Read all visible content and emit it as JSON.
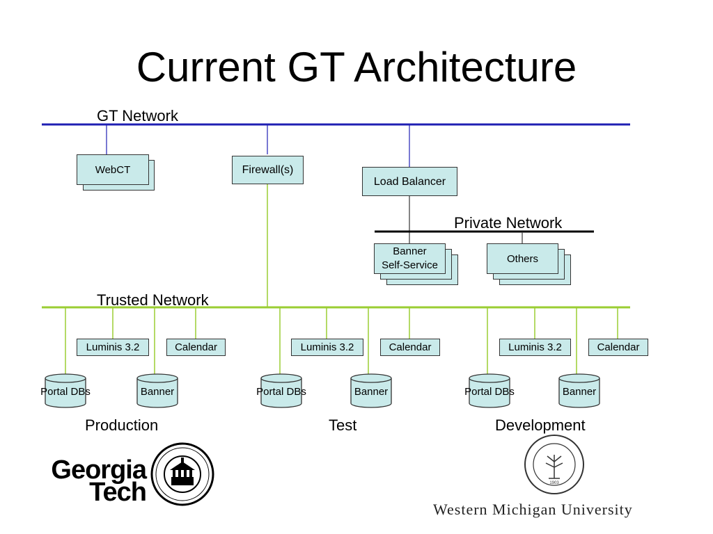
{
  "title": "Current GT Architecture",
  "networks": {
    "gt": "GT Network",
    "private": "Private Network",
    "trusted": "Trusted Network"
  },
  "nodes": {
    "webct": "WebCT",
    "firewall": "Firewall(s)",
    "load_balancer": "Load Balancer",
    "banner_ss": "Banner\nSelf-Service",
    "others": "Others"
  },
  "environments": [
    {
      "name": "Production",
      "luminis": "Luminis 3.2",
      "calendar": "Calendar",
      "portal_dbs": "Portal DBs",
      "banner": "Banner"
    },
    {
      "name": "Test",
      "luminis": "Luminis 3.2",
      "calendar": "Calendar",
      "portal_dbs": "Portal DBs",
      "banner": "Banner"
    },
    {
      "name": "Development",
      "luminis": "Luminis 3.2",
      "calendar": "Calendar",
      "portal_dbs": "Portal DBs",
      "banner": "Banner"
    }
  ],
  "logos": {
    "georgia_tech": "Georgia Tech",
    "wmu": "Western Michigan University"
  },
  "colors": {
    "gt_network": "#1f1fb3",
    "trusted_network": "#9acd32",
    "private_network": "#000000",
    "box_fill": "#c9eaea"
  }
}
